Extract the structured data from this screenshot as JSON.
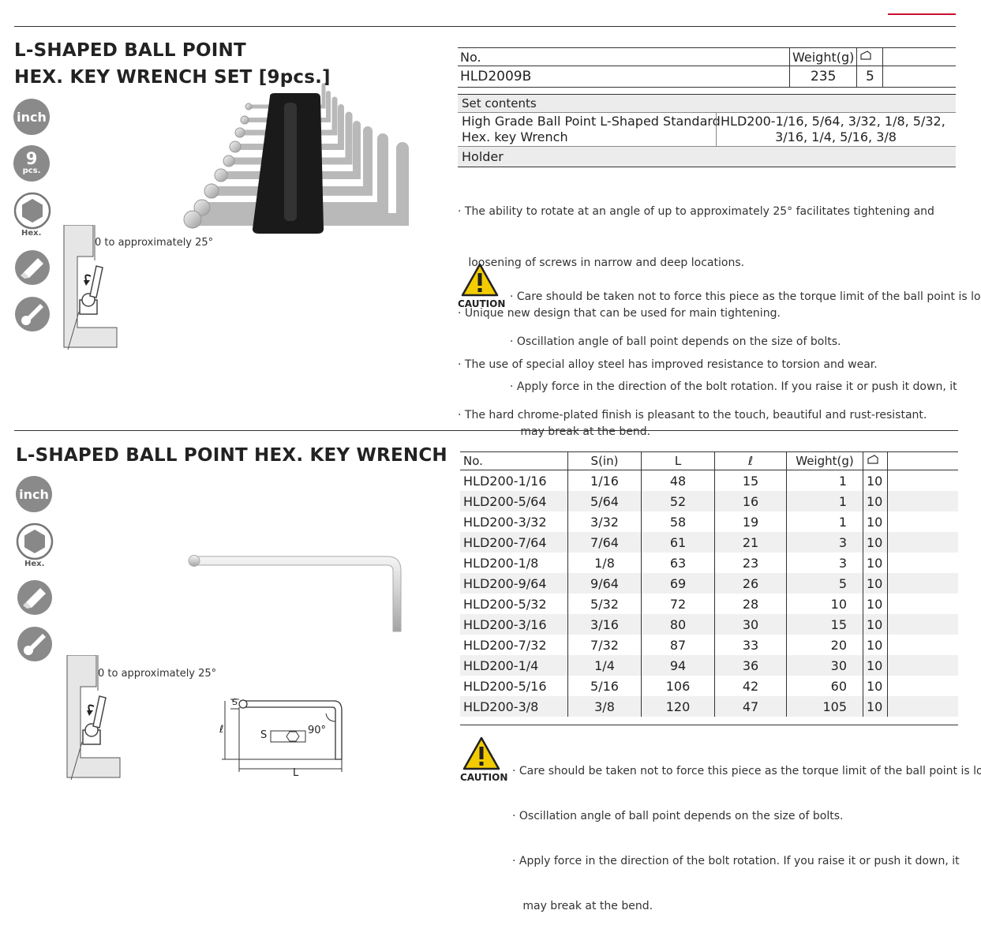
{
  "section1": {
    "title_line1": "L-SHAPED BALL POINT",
    "title_line2": "HEX. KEY WRENCH SET [9pcs.]",
    "badge_inch": "inch",
    "badge_count": "9",
    "badge_count_unit": "pcs.",
    "hex_label": "Hex.",
    "angle_label": "0 to approximately 25°",
    "table": {
      "col_no": "No.",
      "col_weight": "Weight(g)",
      "no": "HLD2009B",
      "weight": "235",
      "qty": "5"
    },
    "set_contents_label": "Set contents",
    "item_name_line1": "High Grade Ball Point L-Shaped Standard",
    "item_name_line2": "Hex. key Wrench",
    "item_sizes_line1": "HLD200-1/16, 5/64, 3/32, 1/8, 5/32,",
    "item_sizes_line2": "3/16, 1/4, 5/16, 3/8",
    "holder_label": "Holder",
    "bullets": [
      "· The ability to rotate at an angle of up to approximately 25° facilitates tightening and",
      "   loosening of screws in narrow and deep locations.",
      "· Unique new design that can be used for main tightening.",
      "· The use of special alloy steel has improved resistance to torsion and wear.",
      "· The hard chrome-plated finish is pleasant to the touch, beautiful and rust-resistant."
    ],
    "caution_label": "CAUTION",
    "cautions": [
      "· Care should be taken not to force this piece as the torque limit of the ball point is low.",
      "· Oscillation angle of ball point depends on the size of bolts.",
      "· Apply force in the direction of the bolt rotation. If you raise it or push it down, it",
      "   may break at the bend."
    ]
  },
  "section2": {
    "title": "L-SHAPED BALL POINT HEX. KEY WRENCH",
    "badge_inch": "inch",
    "hex_label": "Hex.",
    "angle_label": "0 to approximately 25°",
    "dim_s": "S",
    "dim_l_small": "ℓ",
    "dim_L": "L",
    "dim_angle": "90°",
    "headers": [
      "No.",
      "S(in)",
      "L",
      "ℓ",
      "Weight(g)"
    ],
    "rows": [
      [
        "HLD200-1/16",
        "1/16",
        "48",
        "15",
        "1",
        "10"
      ],
      [
        "HLD200-5/64",
        "5/64",
        "52",
        "16",
        "1",
        "10"
      ],
      [
        "HLD200-3/32",
        "3/32",
        "58",
        "19",
        "1",
        "10"
      ],
      [
        "HLD200-7/64",
        "7/64",
        "61",
        "21",
        "3",
        "10"
      ],
      [
        "HLD200-1/8",
        "1/8",
        "63",
        "23",
        "3",
        "10"
      ],
      [
        "HLD200-9/64",
        "9/64",
        "69",
        "26",
        "5",
        "10"
      ],
      [
        "HLD200-5/32",
        "5/32",
        "72",
        "28",
        "10",
        "10"
      ],
      [
        "HLD200-3/16",
        "3/16",
        "80",
        "30",
        "15",
        "10"
      ],
      [
        "HLD200-7/32",
        "7/32",
        "87",
        "33",
        "20",
        "10"
      ],
      [
        "HLD200-1/4",
        "1/4",
        "94",
        "36",
        "30",
        "10"
      ],
      [
        "HLD200-5/16",
        "5/16",
        "106",
        "42",
        "60",
        "10"
      ],
      [
        "HLD200-3/8",
        "3/8",
        "120",
        "47",
        "105",
        "10"
      ]
    ],
    "caution_label": "CAUTION",
    "cautions": [
      "· Care should be taken not to force this piece as the torque limit of the ball point is low.",
      "· Oscillation angle of ball point depends on the size of bolts.",
      "· Apply force in the direction of the bolt rotation. If you raise it or push it down, it",
      "   may break at the bend."
    ]
  }
}
